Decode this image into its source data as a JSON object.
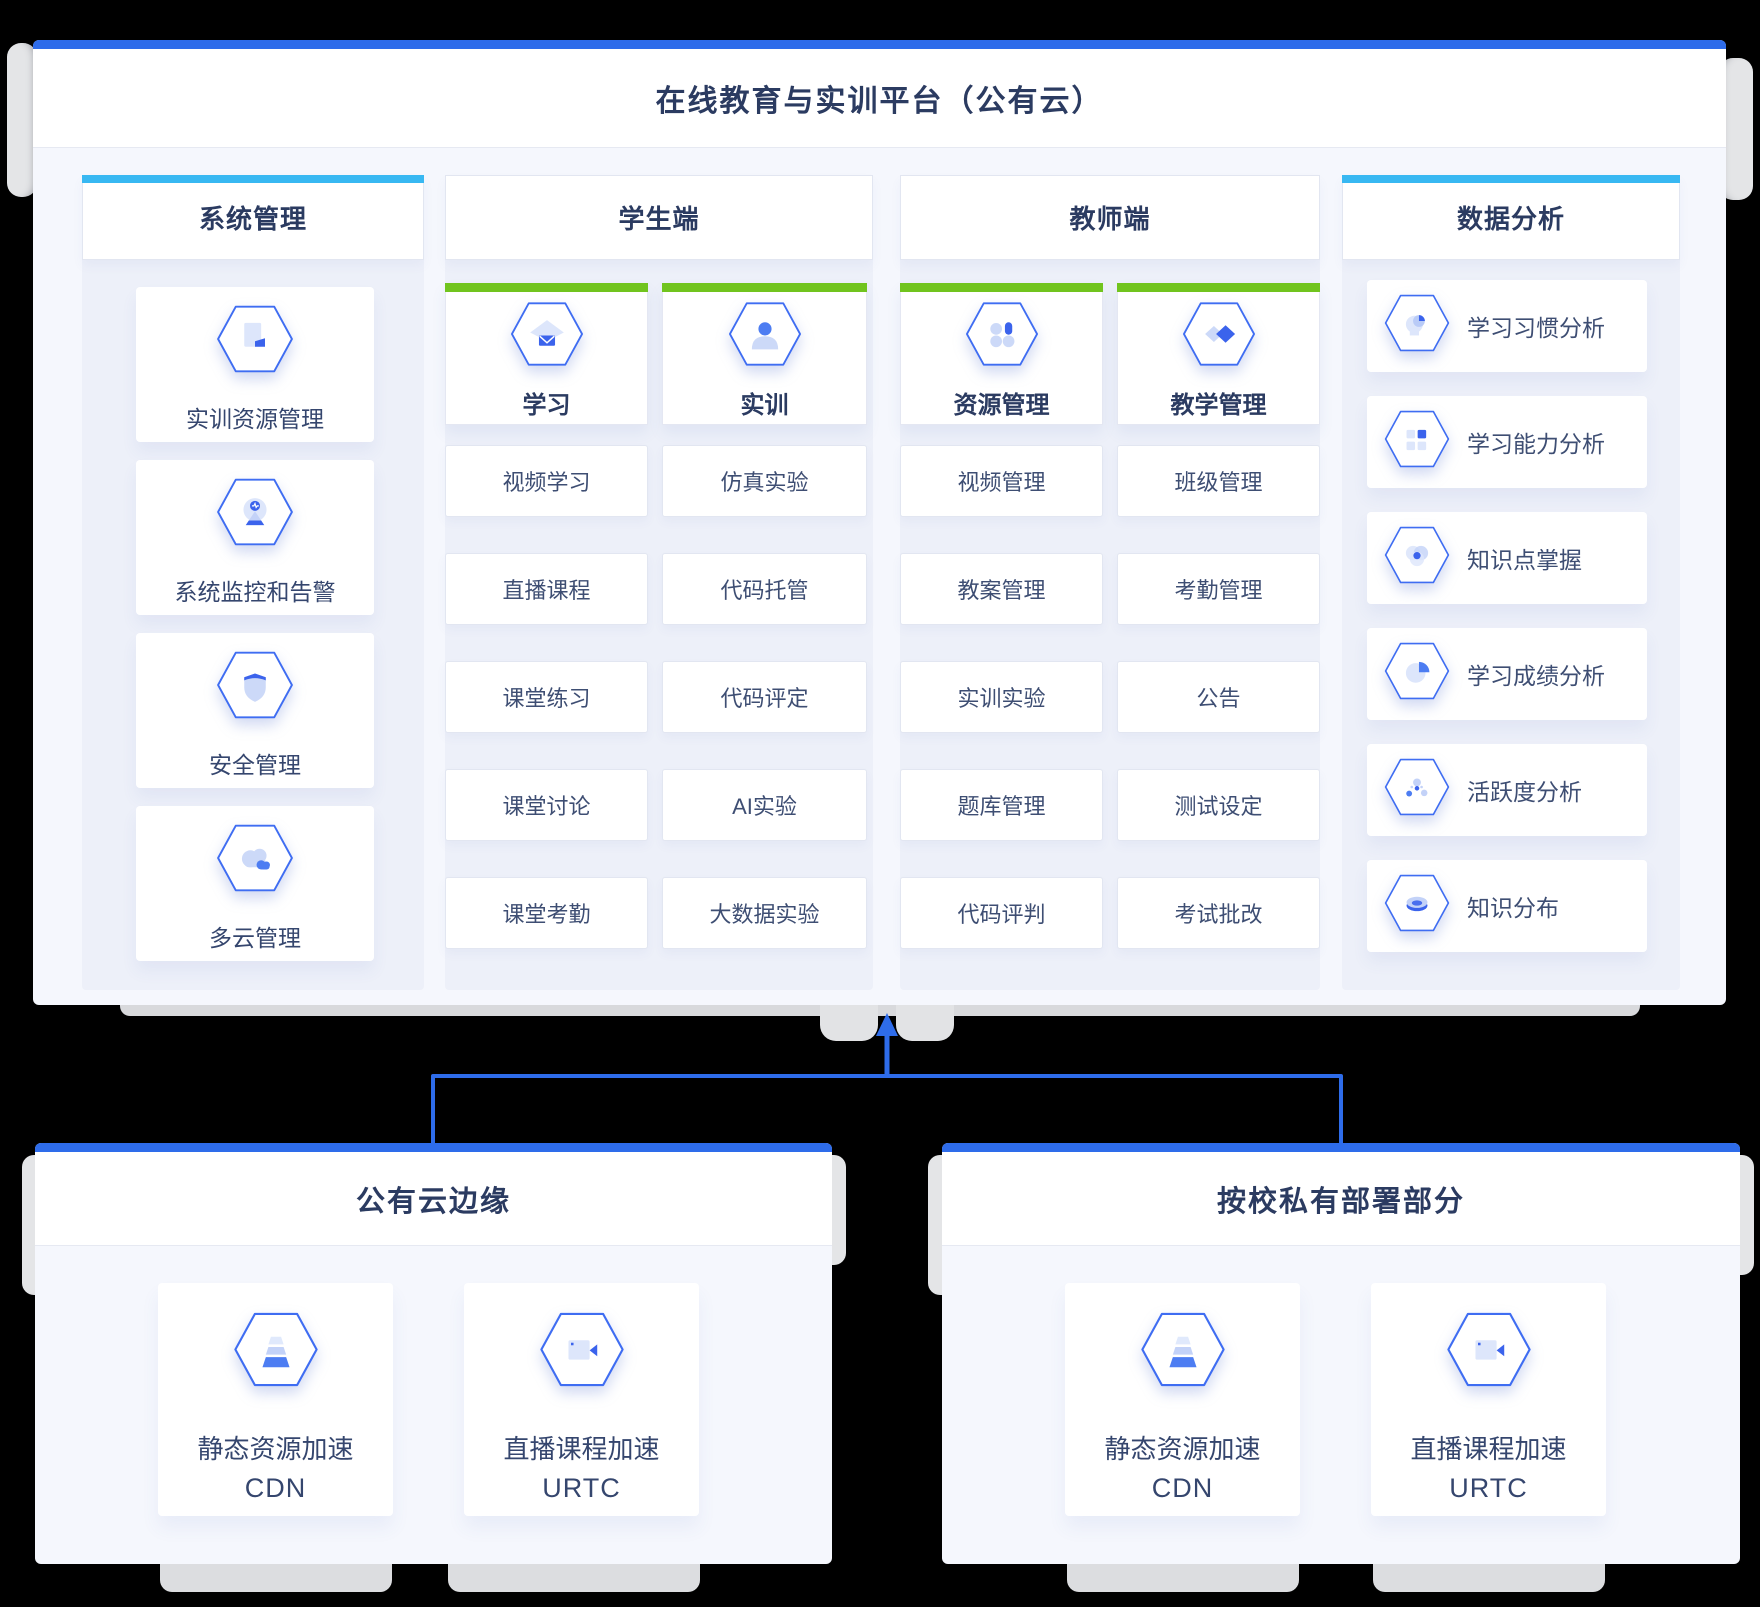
{
  "main_panel": {
    "title": "在线教育与实训平台（公有云）",
    "columns": [
      {
        "id": "system",
        "title": "系统管理",
        "accent": "cyan",
        "type": "icon-cards",
        "cards": [
          {
            "icon": "training-resource-icon",
            "label": "实训资源管理"
          },
          {
            "icon": "monitor-alert-icon",
            "label": "系统监控和告警"
          },
          {
            "icon": "security-shield-icon",
            "label": "安全管理"
          },
          {
            "icon": "multicloud-icon",
            "label": "多云管理"
          }
        ]
      },
      {
        "id": "student",
        "title": "学生端",
        "accent": "none",
        "type": "dual",
        "subcolumns": [
          {
            "header": {
              "icon": "study-icon",
              "label": "学习",
              "bar_color": "green"
            },
            "items": [
              "视频学习",
              "直播课程",
              "课堂练习",
              "课堂讨论",
              "课堂考勤"
            ]
          },
          {
            "header": {
              "icon": "practical-training-icon",
              "label": "实训",
              "bar_color": "green"
            },
            "items": [
              "仿真实验",
              "代码托管",
              "代码评定",
              "AI实验",
              "大数据实验"
            ]
          }
        ]
      },
      {
        "id": "teacher",
        "title": "教师端",
        "accent": "none",
        "type": "dual",
        "subcolumns": [
          {
            "header": {
              "icon": "resource-modules-icon",
              "label": "资源管理",
              "bar_color": "green"
            },
            "items": [
              "视频管理",
              "教案管理",
              "实训实验",
              "题库管理",
              "代码评判"
            ]
          },
          {
            "header": {
              "icon": "teaching-manage-icon",
              "label": "教学管理",
              "bar_color": "green"
            },
            "items": [
              "班级管理",
              "考勤管理",
              "公告",
              "测试设定",
              "考试批改"
            ]
          }
        ]
      },
      {
        "id": "analysis",
        "title": "数据分析",
        "accent": "cyan",
        "type": "icon-rows",
        "rows": [
          {
            "icon": "habit-analysis-icon",
            "label": "学习习惯分析"
          },
          {
            "icon": "ability-analysis-icon",
            "label": "学习能力分析"
          },
          {
            "icon": "knowledge-mastery-icon",
            "label": "知识点掌握"
          },
          {
            "icon": "score-analysis-icon",
            "label": "学习成绩分析"
          },
          {
            "icon": "activity-analysis-icon",
            "label": "活跃度分析"
          },
          {
            "icon": "knowledge-distribution-icon",
            "label": "知识分布"
          }
        ]
      }
    ]
  },
  "bottom_panels": [
    {
      "title": "公有云边缘",
      "cards": [
        {
          "icon": "cdn-icon",
          "label_line1": "静态资源加速",
          "label_line2": "CDN"
        },
        {
          "icon": "live-camera-icon",
          "label_line1": "直播课程加速",
          "label_line2": "URTC"
        }
      ]
    },
    {
      "title": "按校私有部署部分",
      "cards": [
        {
          "icon": "cdn-icon",
          "label_line1": "静态资源加速",
          "label_line2": "CDN"
        },
        {
          "icon": "live-camera-icon",
          "label_line1": "直播课程加速",
          "label_line2": "URTC"
        }
      ]
    }
  ],
  "colors": {
    "accent_blue": "#2e6cea",
    "accent_cyan": "#38b8f2",
    "accent_green": "#71c41e",
    "connector_blue": "#2e6cea",
    "hex_stroke": "#3f6df2",
    "glyph_dark": "#3b63ec",
    "glyph_mid": "#4d7df2",
    "glyph_light": "#ccd9f8",
    "title_text": "#2b3b61",
    "item_text": "#3e4e73",
    "panel_body": "#f5f7fd",
    "column_bg": "#edf0f9"
  }
}
